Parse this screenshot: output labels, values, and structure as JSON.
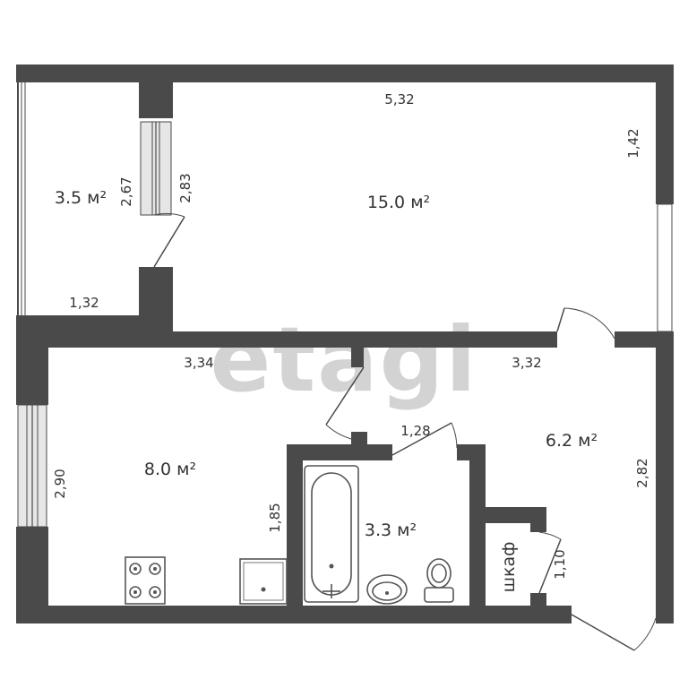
{
  "watermark": "etagi",
  "rooms": [
    {
      "id": "balcony",
      "area": "3.5 м²",
      "dims": [
        "2,67",
        "1,32"
      ]
    },
    {
      "id": "living-room",
      "area": "15.0 м²",
      "dims": [
        "5,32",
        "1,42",
        "2,83"
      ]
    },
    {
      "id": "kitchen",
      "area": "8.0 м²",
      "dims": [
        "3,34",
        "2,90",
        "1,85"
      ]
    },
    {
      "id": "hallway",
      "area": "6.2 м²",
      "dims": [
        "3,32",
        "2,82",
        "1,28"
      ]
    },
    {
      "id": "bathroom",
      "area": "3.3 м²",
      "dims": []
    },
    {
      "id": "closet",
      "area": "шкаф",
      "dims": [
        "1,10"
      ]
    }
  ],
  "colors": {
    "wall": "#4a4a4a",
    "window": "#e6e6e6",
    "watermark": "#d3d3d3"
  }
}
